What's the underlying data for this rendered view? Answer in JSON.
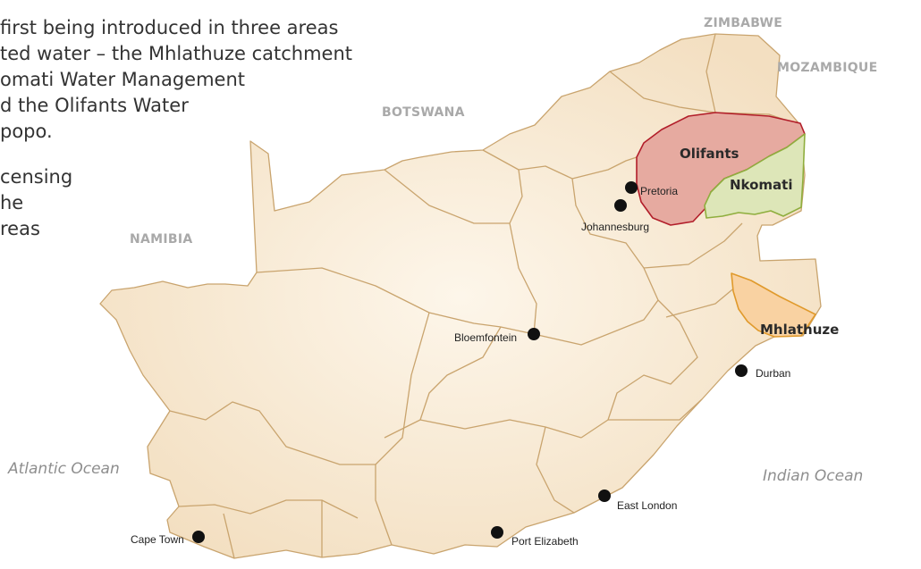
{
  "intro_lines": [
    "first being introduced in three areas",
    "ted water – the Mhlathuze catchment",
    "omati Water Management",
    "d the Olifants Water",
    "popo.",
    "censing",
    "he",
    "reas"
  ],
  "map": {
    "countries": {
      "zimbabwe": "ZIMBABWE",
      "mozambique": "MOZAMBIQUE",
      "botswana": "BOTSWANA",
      "namibia": "NAMIBIA"
    },
    "oceans": {
      "atlantic": "Atlantic Ocean",
      "indian": "Indian Ocean"
    },
    "water_management_areas": {
      "olifants": "Olifants",
      "nkomati": "Nkomati",
      "mhlathuze": "Mhlathuze"
    },
    "cities": {
      "pretoria": "Pretoria",
      "johannesburg": "Johannesburg",
      "bloemfontein": "Bloemfontein",
      "durban": "Durban",
      "east_london": "East London",
      "port_elizabeth": "Port Elizabeth",
      "cape_town": "Cape Town"
    },
    "colors": {
      "land": "#f5e5cc",
      "border": "#c9a46e",
      "olifants_fill": "#e6aaa0",
      "olifants_border": "#b21e2a",
      "nkomati_fill": "#dde6b8",
      "nkomati_border": "#8fae3e",
      "mhlathuze_fill": "#f9d2a2",
      "mhlathuze_border": "#e09a2c"
    }
  }
}
